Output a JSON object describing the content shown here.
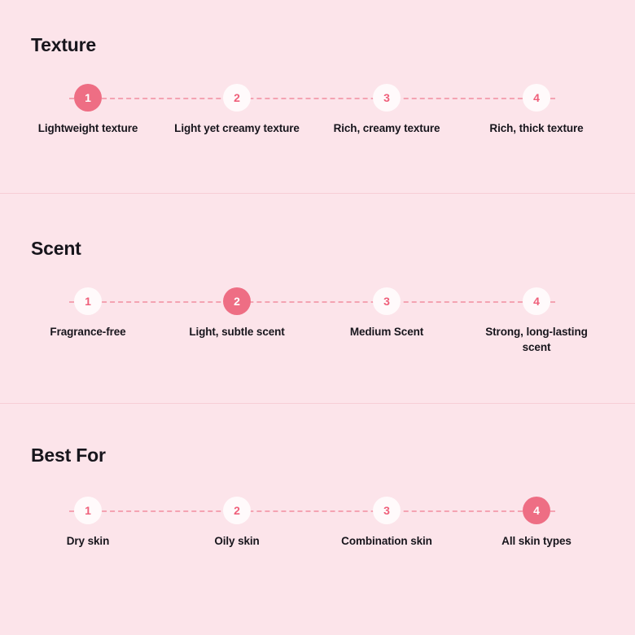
{
  "theme": {
    "background": "#fce4ea",
    "accent": "#ee6e84",
    "accent_text": "#ef5f7a",
    "inactive_marker": "#fffafb",
    "text": "#17151c",
    "divider": "#f7cdd6",
    "dashed_line": "#f4a3b2"
  },
  "sections": [
    {
      "id": "texture",
      "heading": "Texture",
      "active_step": 1,
      "steps": [
        {
          "number": "1",
          "label": "Lightweight texture",
          "active": true
        },
        {
          "number": "2",
          "label": "Light yet creamy texture",
          "active": false
        },
        {
          "number": "3",
          "label": "Rich, creamy texture",
          "active": false
        },
        {
          "number": "4",
          "label": "Rich, thick texture",
          "active": false
        }
      ]
    },
    {
      "id": "scent",
      "heading": "Scent",
      "active_step": 2,
      "steps": [
        {
          "number": "1",
          "label": "Fragrance-free",
          "active": false
        },
        {
          "number": "2",
          "label": "Light, subtle scent",
          "active": true
        },
        {
          "number": "3",
          "label": "Medium Scent",
          "active": false
        },
        {
          "number": "4",
          "label": "Strong, long-lasting scent",
          "active": false
        }
      ]
    },
    {
      "id": "best-for",
      "heading": "Best For",
      "active_step": 4,
      "steps": [
        {
          "number": "1",
          "label": "Dry skin",
          "active": false
        },
        {
          "number": "2",
          "label": "Oily skin",
          "active": false
        },
        {
          "number": "3",
          "label": "Combination skin",
          "active": false
        },
        {
          "number": "4",
          "label": "All skin types",
          "active": true
        }
      ]
    }
  ],
  "layout": {
    "step_centers": [
      108,
      291,
      475,
      659
    ],
    "label_widths": [
      150,
      160,
      150,
      140
    ]
  }
}
